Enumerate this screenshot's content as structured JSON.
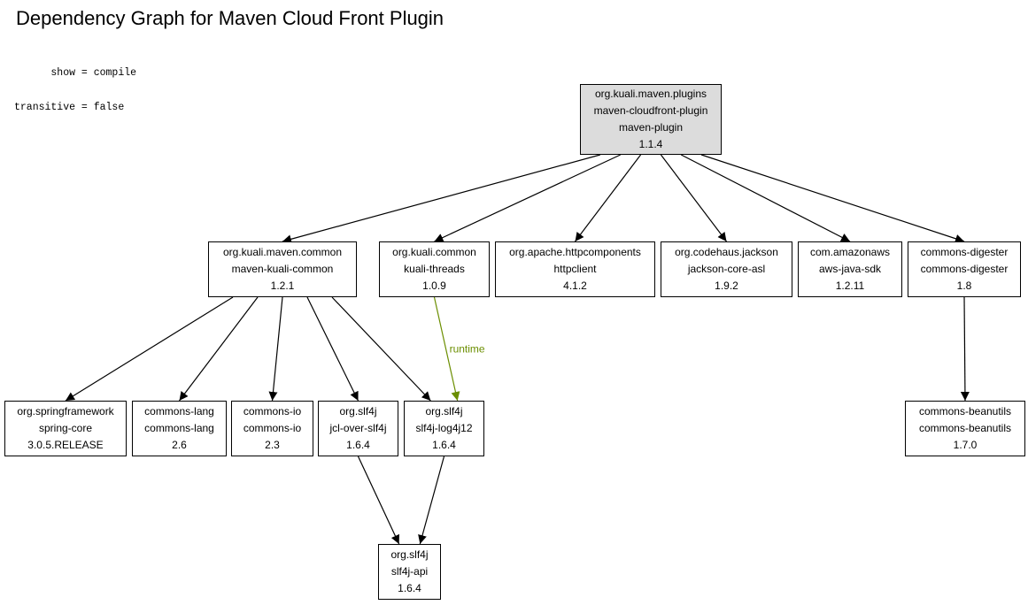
{
  "title": "Dependency Graph for Maven Cloud Front Plugin",
  "params": [
    "      show = compile",
    "transitive = false"
  ],
  "colors": {
    "root_fill": "#dcdcdc",
    "edge": "#000000",
    "runtime_edge": "#6b8e00"
  },
  "nodes": {
    "root": [
      "org.kuali.maven.plugins",
      "maven-cloudfront-plugin",
      "maven-plugin",
      "1.1.4"
    ],
    "maven_kuali_common": [
      "org.kuali.maven.common",
      "maven-kuali-common",
      "1.2.1"
    ],
    "kuali_threads": [
      "org.kuali.common",
      "kuali-threads",
      "1.0.9"
    ],
    "httpclient": [
      "org.apache.httpcomponents",
      "httpclient",
      "4.1.2"
    ],
    "jackson": [
      "org.codehaus.jackson",
      "jackson-core-asl",
      "1.9.2"
    ],
    "aws_sdk": [
      "com.amazonaws",
      "aws-java-sdk",
      "1.2.11"
    ],
    "digester": [
      "commons-digester",
      "commons-digester",
      "1.8"
    ],
    "spring_core": [
      "org.springframework",
      "spring-core",
      "3.0.5.RELEASE"
    ],
    "commons_lang": [
      "commons-lang",
      "commons-lang",
      "2.6"
    ],
    "commons_io": [
      "commons-io",
      "commons-io",
      "2.3"
    ],
    "jcl_over_slf4j": [
      "org.slf4j",
      "jcl-over-slf4j",
      "1.6.4"
    ],
    "slf4j_log4j12": [
      "org.slf4j",
      "slf4j-log4j12",
      "1.6.4"
    ],
    "beanutils": [
      "commons-beanutils",
      "commons-beanutils",
      "1.7.0"
    ],
    "slf4j_api": [
      "org.slf4j",
      "slf4j-api",
      "1.6.4"
    ]
  },
  "edges": [
    {
      "from": "root",
      "to": "maven_kuali_common"
    },
    {
      "from": "root",
      "to": "kuali_threads"
    },
    {
      "from": "root",
      "to": "httpclient"
    },
    {
      "from": "root",
      "to": "jackson"
    },
    {
      "from": "root",
      "to": "aws_sdk"
    },
    {
      "from": "root",
      "to": "digester"
    },
    {
      "from": "maven_kuali_common",
      "to": "spring_core"
    },
    {
      "from": "maven_kuali_common",
      "to": "commons_lang"
    },
    {
      "from": "maven_kuali_common",
      "to": "commons_io"
    },
    {
      "from": "maven_kuali_common",
      "to": "jcl_over_slf4j"
    },
    {
      "from": "maven_kuali_common",
      "to": "slf4j_log4j12"
    },
    {
      "from": "kuali_threads",
      "to": "slf4j_log4j12",
      "label": "runtime"
    },
    {
      "from": "digester",
      "to": "beanutils"
    },
    {
      "from": "jcl_over_slf4j",
      "to": "slf4j_api"
    },
    {
      "from": "slf4j_log4j12",
      "to": "slf4j_api"
    }
  ]
}
